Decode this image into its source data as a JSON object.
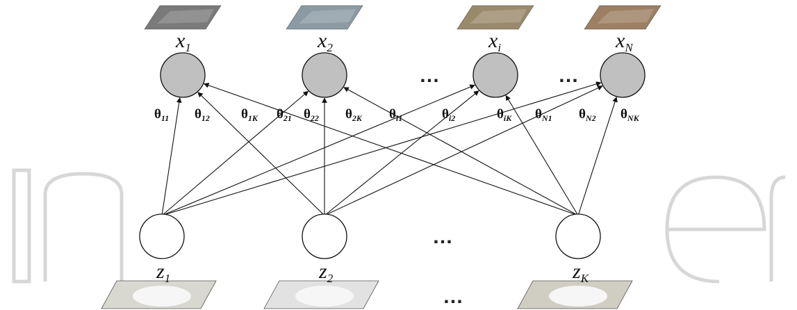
{
  "diagram": {
    "observed_nodes": [
      {
        "id": "x1",
        "base": "x",
        "sub": "1",
        "thumb_color": "#7a7a7a"
      },
      {
        "id": "x2",
        "base": "x",
        "sub": "2",
        "thumb_color": "#8c9aa3"
      },
      {
        "id": "xi",
        "base": "x",
        "sub": "i",
        "thumb_color": "#9a8a6c"
      },
      {
        "id": "xN",
        "base": "x",
        "sub": "N",
        "thumb_color": "#9d7f62"
      }
    ],
    "latent_nodes": [
      {
        "id": "z1",
        "base": "z",
        "sub": "1",
        "thumb_color": "#d8d8d0"
      },
      {
        "id": "z2",
        "base": "z",
        "sub": "2",
        "thumb_color": "#e2e2e2"
      },
      {
        "id": "zK",
        "base": "z",
        "sub": "K",
        "thumb_color": "#d0cdc2"
      }
    ],
    "ellipsis": "…",
    "edges": [
      {
        "from": "z1",
        "to": "x1",
        "label": "11"
      },
      {
        "from": "z2",
        "to": "x1",
        "label": "12"
      },
      {
        "from": "zK",
        "to": "x1",
        "label": "1K"
      },
      {
        "from": "z1",
        "to": "x2",
        "label": "21"
      },
      {
        "from": "z2",
        "to": "x2",
        "label": "22"
      },
      {
        "from": "zK",
        "to": "x2",
        "label": "2K"
      },
      {
        "from": "z1",
        "to": "xi",
        "label": "i1"
      },
      {
        "from": "z2",
        "to": "xi",
        "label": "i2"
      },
      {
        "from": "zK",
        "to": "xi",
        "label": "iK"
      },
      {
        "from": "z1",
        "to": "xN",
        "label": "N1"
      },
      {
        "from": "z2",
        "to": "xN",
        "label": "N2"
      },
      {
        "from": "zK",
        "to": "xN",
        "label": "NK"
      }
    ],
    "theta_symbol": "θ",
    "colors": {
      "observed_fill": "#c0c0c0",
      "latent_fill": "#ffffff",
      "stroke": "#111111"
    },
    "watermark_text": "IntechOpen"
  }
}
